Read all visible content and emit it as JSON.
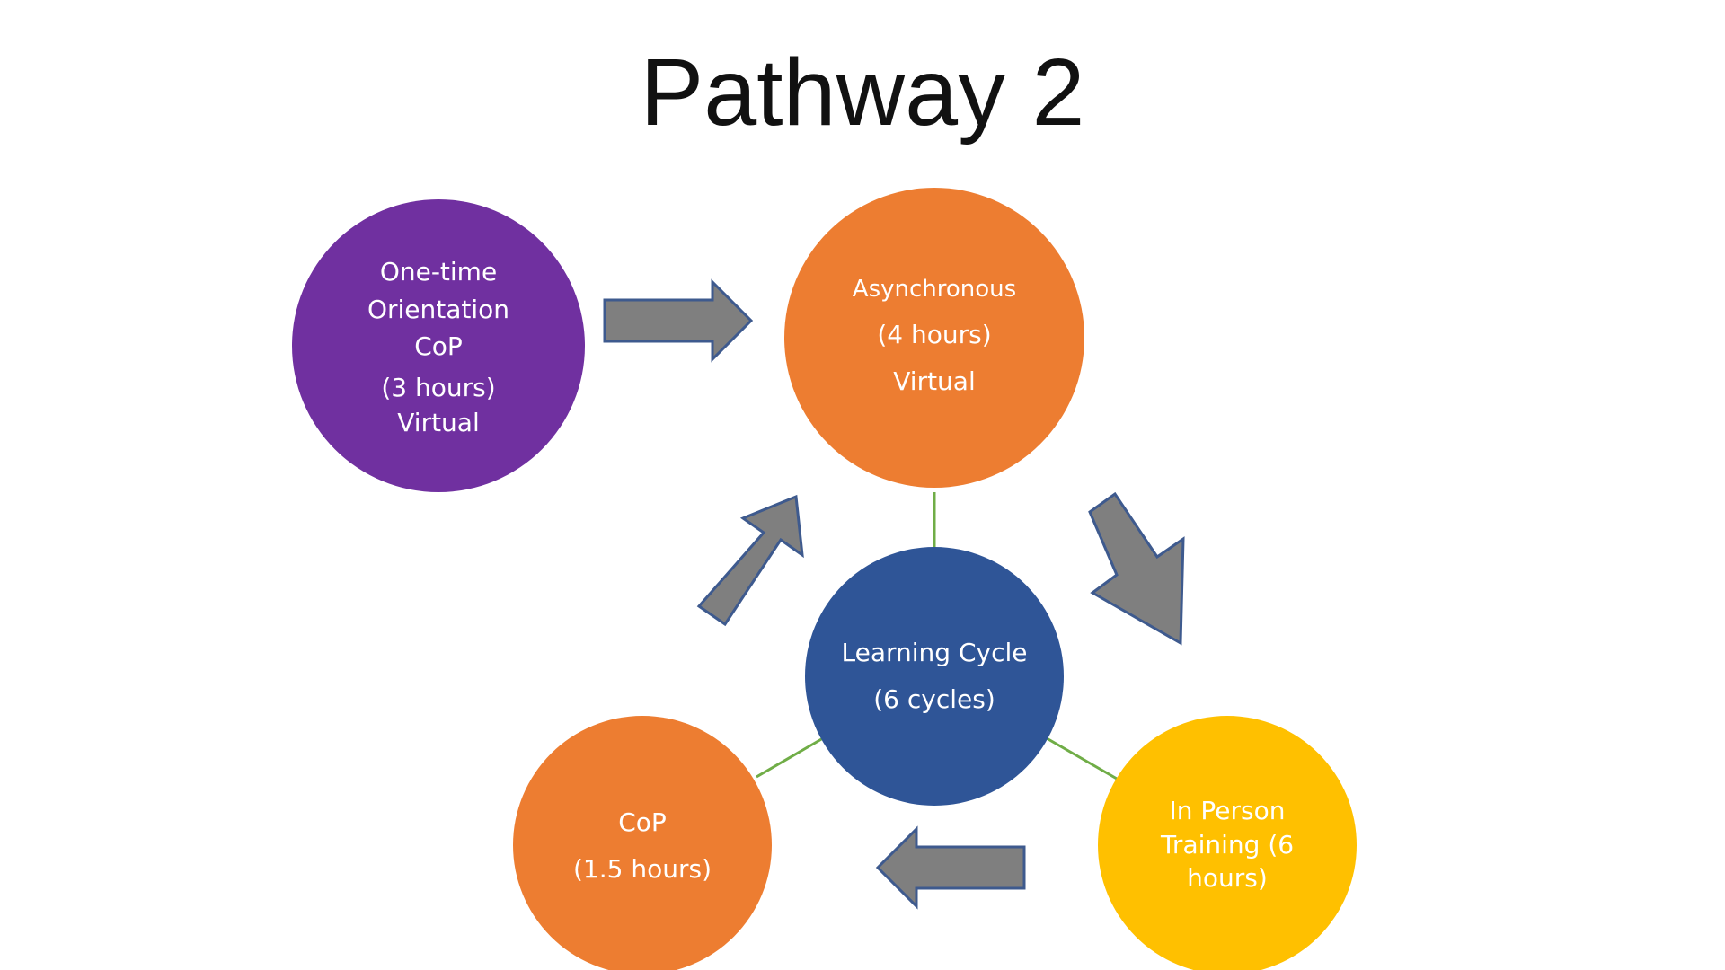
{
  "title": "Pathway 2",
  "colors": {
    "purple": "#7030A0",
    "orange": "#ED7D31",
    "blue": "#2F5597",
    "gold": "#FFC000",
    "arrow_fill": "#7F7F7F",
    "arrow_stroke": "#3E5A8E",
    "connector": "#70AD47"
  },
  "nodes": {
    "orientation": {
      "lines": [
        "One-time",
        "Orientation",
        "CoP",
        "(3 hours)",
        "Virtual"
      ]
    },
    "asynchronous": {
      "lines": [
        "Asynchronous",
        "(4 hours)",
        "Virtual"
      ]
    },
    "learning_cycle": {
      "lines": [
        "Learning Cycle",
        "(6 cycles)"
      ]
    },
    "in_person": {
      "lines": [
        "In Person",
        "Training (6",
        "hours)"
      ]
    },
    "cop": {
      "lines": [
        "CoP",
        "(1.5 hours)"
      ]
    }
  }
}
